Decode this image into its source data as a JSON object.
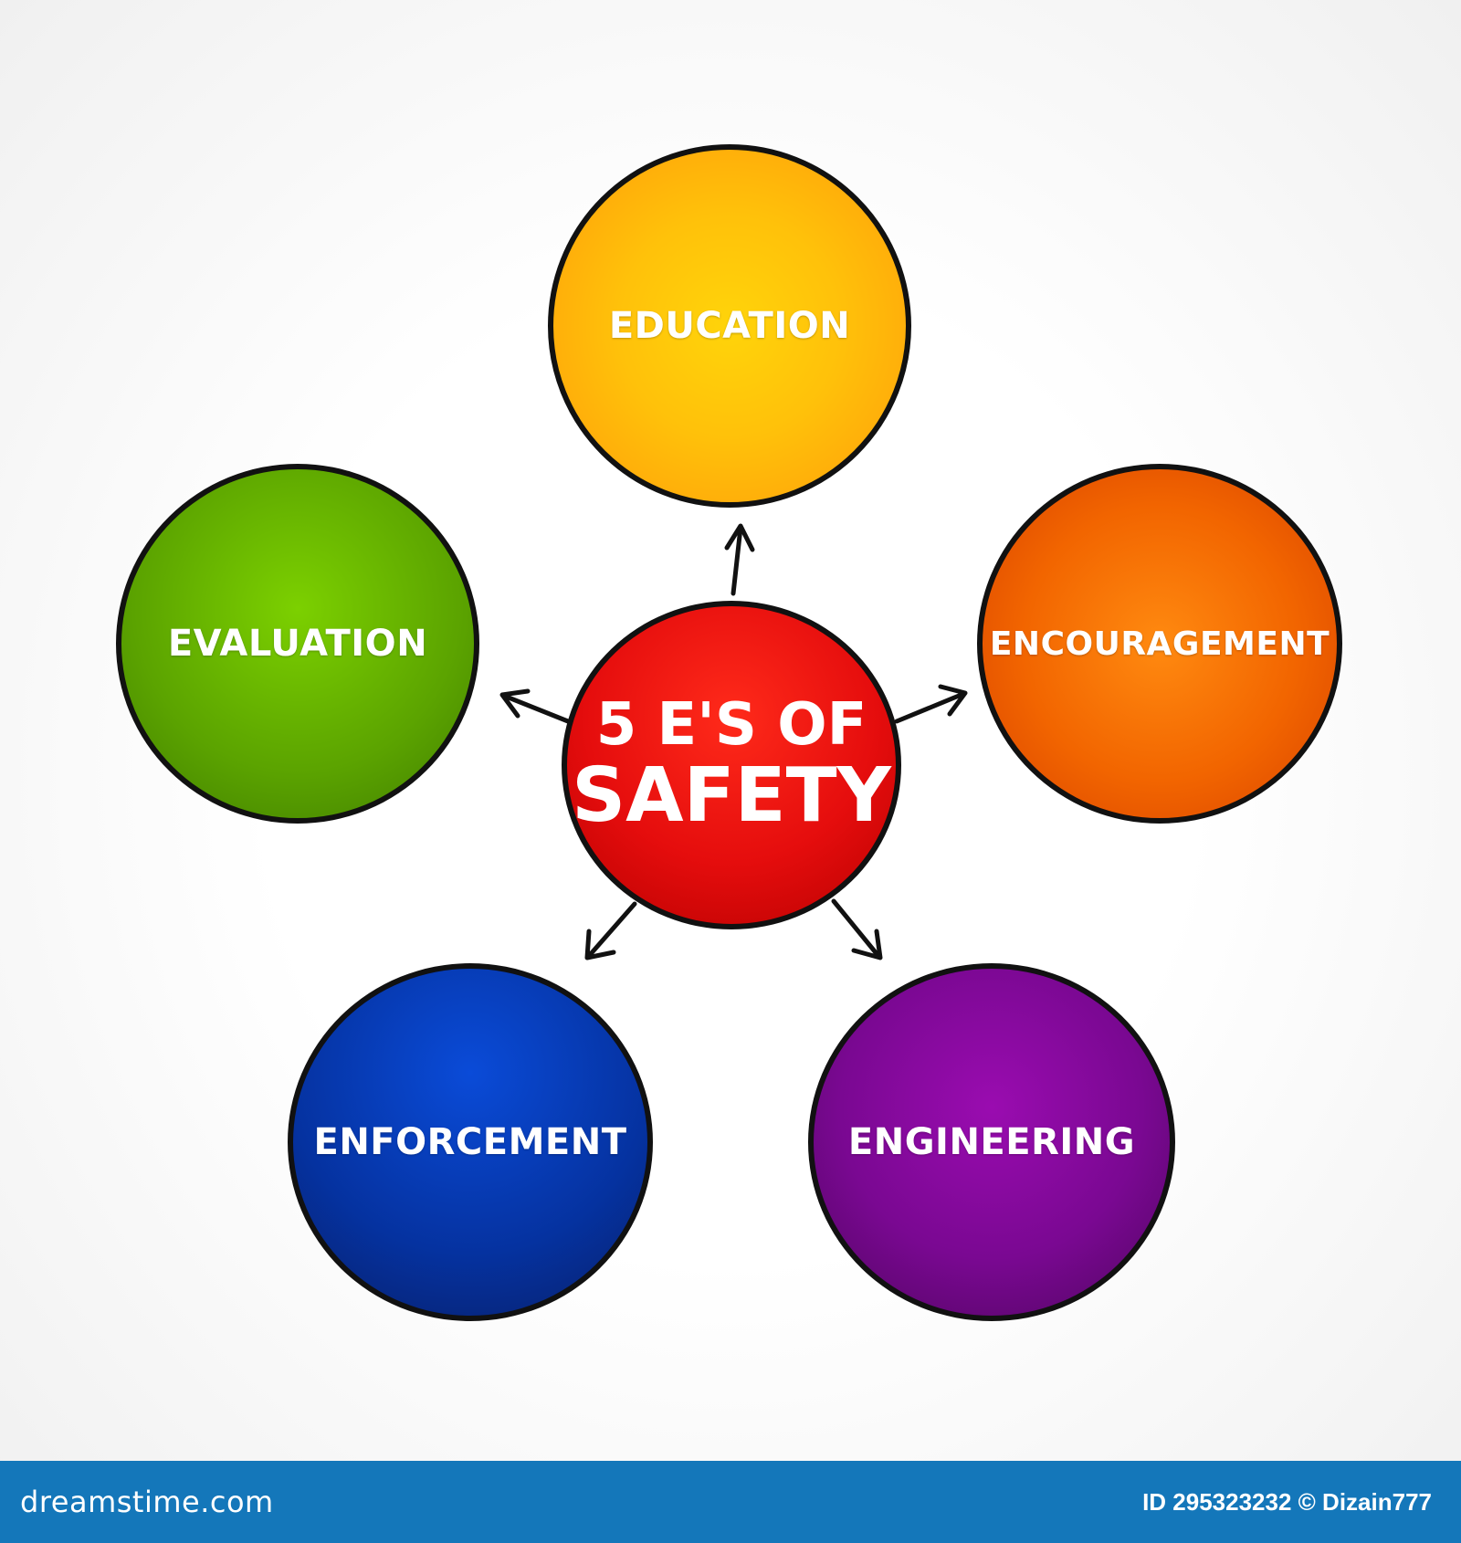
{
  "diagram": {
    "center": {
      "line1": "5 E'S OF",
      "line2": "SAFETY",
      "color": "#e50d0d"
    },
    "nodes": [
      {
        "label": "EDUCATION",
        "color": "#ffc10a"
      },
      {
        "label": "EVALUATION",
        "color": "#5ba300"
      },
      {
        "label": "ENCOURAGEMENT",
        "color": "#f26500"
      },
      {
        "label": "ENFORCEMENT",
        "color": "#0532a0"
      },
      {
        "label": "ENGINEERING",
        "color": "#7a0892"
      }
    ]
  },
  "footer": {
    "brand": "dreamstime.com",
    "credit": "ID 295323232 © Dizain777",
    "color": "#1477ba"
  }
}
